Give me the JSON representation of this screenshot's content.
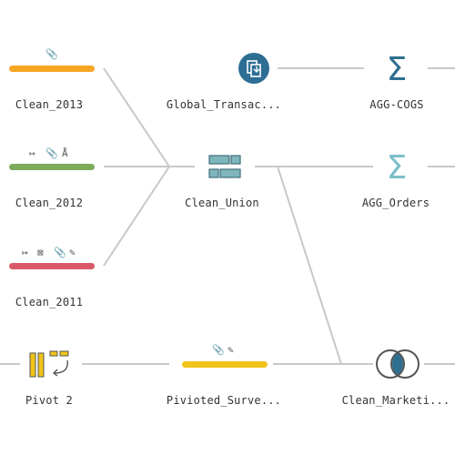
{
  "flow": {
    "nodes": [
      {
        "id": "clean2013",
        "label": "Clean_2013",
        "color": "#f5a623",
        "icons": [
          "paperclip-icon"
        ]
      },
      {
        "id": "clean2012",
        "label": "Clean_2012",
        "color": "#7cab5c",
        "icons": [
          "export-icon",
          "paperclip-icon",
          "rename-icon"
        ]
      },
      {
        "id": "clean2011",
        "label": "Clean_2011",
        "color": "#d9596a",
        "icons": [
          "export-icon",
          "remove-field-icon",
          "paperclip-icon",
          "edit-icon"
        ]
      },
      {
        "id": "pivot2",
        "label": "Pivot 2"
      },
      {
        "id": "global",
        "label": "Global_Transac..."
      },
      {
        "id": "union",
        "label": "Clean_Union"
      },
      {
        "id": "pivsurvey",
        "label": "Pivioted_Surve...",
        "color": "#f0c419",
        "icons": [
          "paperclip-icon",
          "edit-icon"
        ]
      },
      {
        "id": "aggcogs",
        "label": "AGG-COGS"
      },
      {
        "id": "aggorders",
        "label": "AGG_Orders"
      },
      {
        "id": "cleanmkt",
        "label": "Clean_Marketi..."
      }
    ]
  },
  "colors": {
    "line": "#c8c8c8",
    "aggregate_dark": "#2f6f8f",
    "aggregate_light": "#7cc0c8",
    "union": "#7fb6bc",
    "pivot": "#f0c419",
    "join_fill": "#2f6f8f",
    "input_circle": "#2d6f94"
  }
}
